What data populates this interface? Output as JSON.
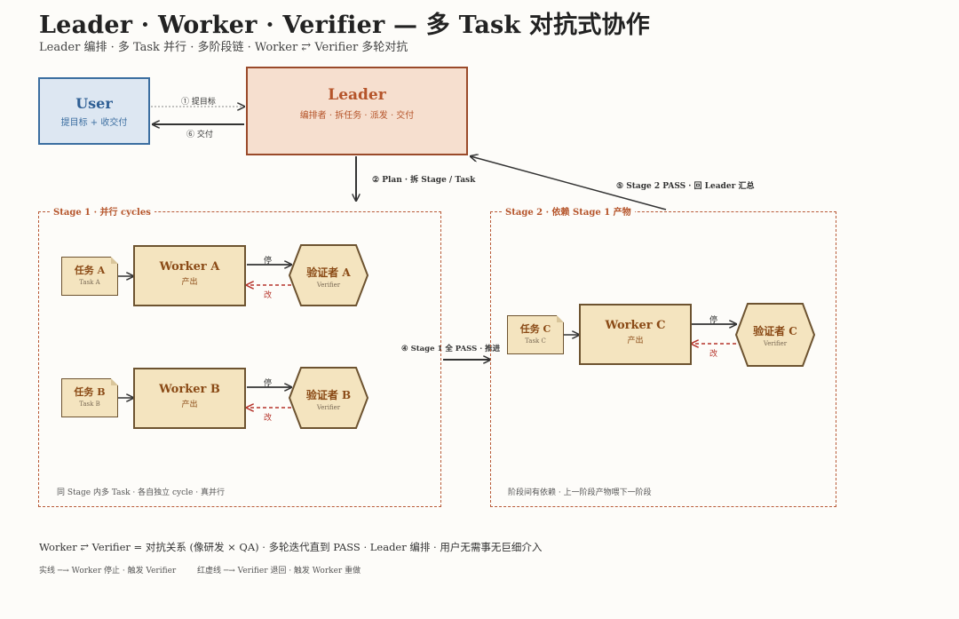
{
  "title": "Leader · Worker · Verifier — 多 Task 对抗式协作",
  "subtitle": "Leader 编排 · 多 Task 并行 · 多阶段链 · Worker ⥂ Verifier 多轮对抗",
  "user": {
    "title": "User",
    "subtitle": "提目标 + 收交付"
  },
  "leader": {
    "title": "Leader",
    "subtitle": "编排者 · 拆任务 · 派发 · 交付"
  },
  "edges": {
    "submit_goal": "① 提目标",
    "deliver": "⑥ 交付",
    "plan": "② Plan · 拆 Stage / Task",
    "stage2_pass": "⑤ Stage 2 PASS · 回 Leader 汇总",
    "stage1_pass": "④ Stage 1 全 PASS · 推进",
    "stop": "停",
    "revise": "改"
  },
  "stage1": {
    "label": "Stage 1 · 并行 cycles",
    "note": "同 Stage 内多 Task · 各自独立 cycle · 真并行",
    "rows": [
      {
        "task_title": "任务 A",
        "task_sub": "Task A",
        "worker_title": "Worker A",
        "worker_sub": "产出",
        "verifier_title": "验证者 A",
        "verifier_sub": "Verifier"
      },
      {
        "task_title": "任务 B",
        "task_sub": "Task B",
        "worker_title": "Worker B",
        "worker_sub": "产出",
        "verifier_title": "验证者 B",
        "verifier_sub": "Verifier"
      }
    ]
  },
  "stage2": {
    "label": "Stage 2 · 依赖 Stage 1 产物",
    "note": "阶段间有依赖 · 上一阶段产物喂下一阶段",
    "rows": [
      {
        "task_title": "任务 C",
        "task_sub": "Task C",
        "worker_title": "Worker C",
        "worker_sub": "产出",
        "verifier_title": "验证者 C",
        "verifier_sub": "Verifier"
      }
    ]
  },
  "footer": {
    "main": "Worker ⥂ Verifier = 对抗关系 (像研发 × QA) · 多轮迭代直到 PASS · Leader 编排 · 用户无需事无巨细介入",
    "legend_solid": "实线 ─→  Worker 停止 · 触发 Verifier",
    "legend_dashed": "红虚线 ─→  Verifier 退回 · 触发 Worker 重做"
  },
  "colors": {
    "user_fill": "#dde7f2",
    "user_stroke": "#3b6ea0",
    "leader_fill": "#f6dfcf",
    "leader_stroke": "#9a4a2a",
    "node_fill": "#f4e4bf",
    "node_stroke": "#6d5330",
    "stage_border": "#b85a38",
    "revise_arrow": "#b5332a"
  }
}
